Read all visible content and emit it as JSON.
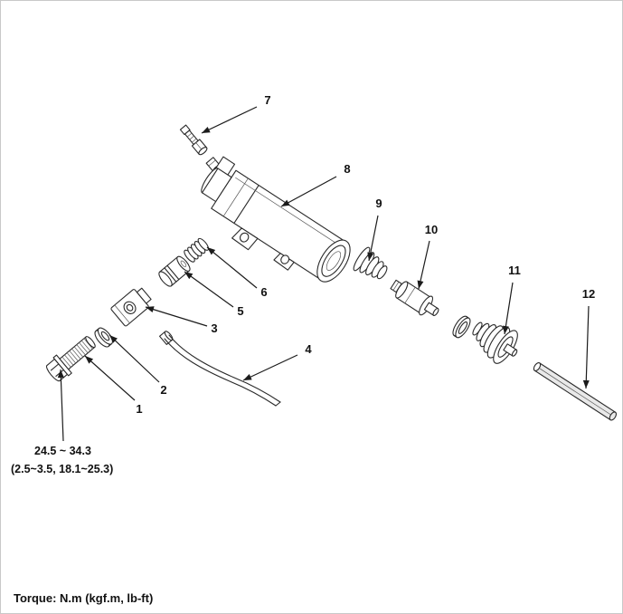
{
  "figure": {
    "callouts": [
      "1",
      "2",
      "3",
      "4",
      "5",
      "6",
      "7",
      "8",
      "9",
      "10",
      "11",
      "12"
    ],
    "torque_spec": {
      "line1": "24.5 ~ 34.3",
      "line2": "(2.5~3.5, 18.1~25.3)"
    },
    "footer_note": "Torque: N.m (kgf.m, lb-ft)",
    "line_color": "#1b1b1b"
  }
}
